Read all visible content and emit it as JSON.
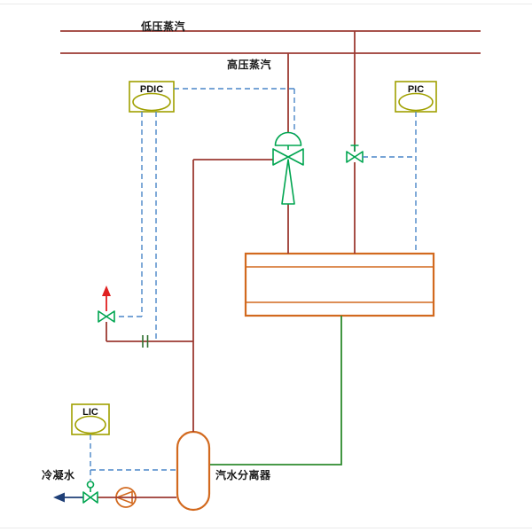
{
  "labels": {
    "low_pressure_steam": "低压蒸汽",
    "high_pressure_steam": "高压蒸汽",
    "separator": "汽水分离器",
    "condensate": "冷凝水"
  },
  "instruments": {
    "pdic": {
      "tag": "PDIC"
    },
    "pic": {
      "tag": "PIC"
    },
    "lic": {
      "tag": "LIC"
    }
  },
  "colors": {
    "pipe-red": "#9c3a32",
    "signal-blue": "#4a86c8",
    "equipment-orange": "#d2691e",
    "valve-green": "#00a550",
    "process-green": "#2e8b2e",
    "instrument-olive": "#a0a000",
    "vent-red": "#e02020",
    "condensate-navy": "#1f3f77",
    "tick-green": "#2f6f2f",
    "text-black": "#1a1a1a"
  }
}
